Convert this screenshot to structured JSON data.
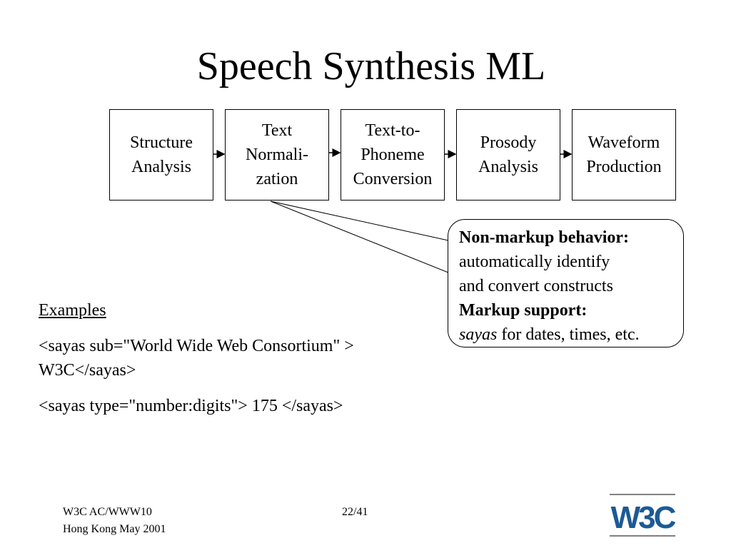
{
  "slide": {
    "title": "Speech Synthesis ML"
  },
  "pipeline": {
    "stages": [
      {
        "line1": "Structure",
        "line2": "Analysis",
        "line3": ""
      },
      {
        "line1": "Text",
        "line2": "Normali-",
        "line3": "zation"
      },
      {
        "line1": "Text-to-",
        "line2": "Phoneme",
        "line3": "Conversion"
      },
      {
        "line1": "Prosody",
        "line2": "Analysis",
        "line3": ""
      },
      {
        "line1": "Waveform",
        "line2": "Production",
        "line3": ""
      }
    ]
  },
  "callout": {
    "nonmarkup_heading": "Non-markup behavior:",
    "nonmarkup_line1": "automatically identify",
    "nonmarkup_line2": "and convert constructs",
    "markup_heading": "Markup support:",
    "markup_term": "sayas",
    "markup_rest": " for dates, times, etc."
  },
  "examples": {
    "heading": "Examples",
    "example1_line1": "<sayas sub=\"World Wide Web Consortium\" >",
    "example1_line2": "W3C</sayas>",
    "example2": "<sayas type=\"number:digits\"> 175 </sayas>"
  },
  "footer": {
    "left_line1": "W3C AC/WWW10",
    "left_line2": "Hong Kong May 2001",
    "page": "22/41",
    "logo_text": "W3C",
    "logo_color": "#1c5a95"
  }
}
